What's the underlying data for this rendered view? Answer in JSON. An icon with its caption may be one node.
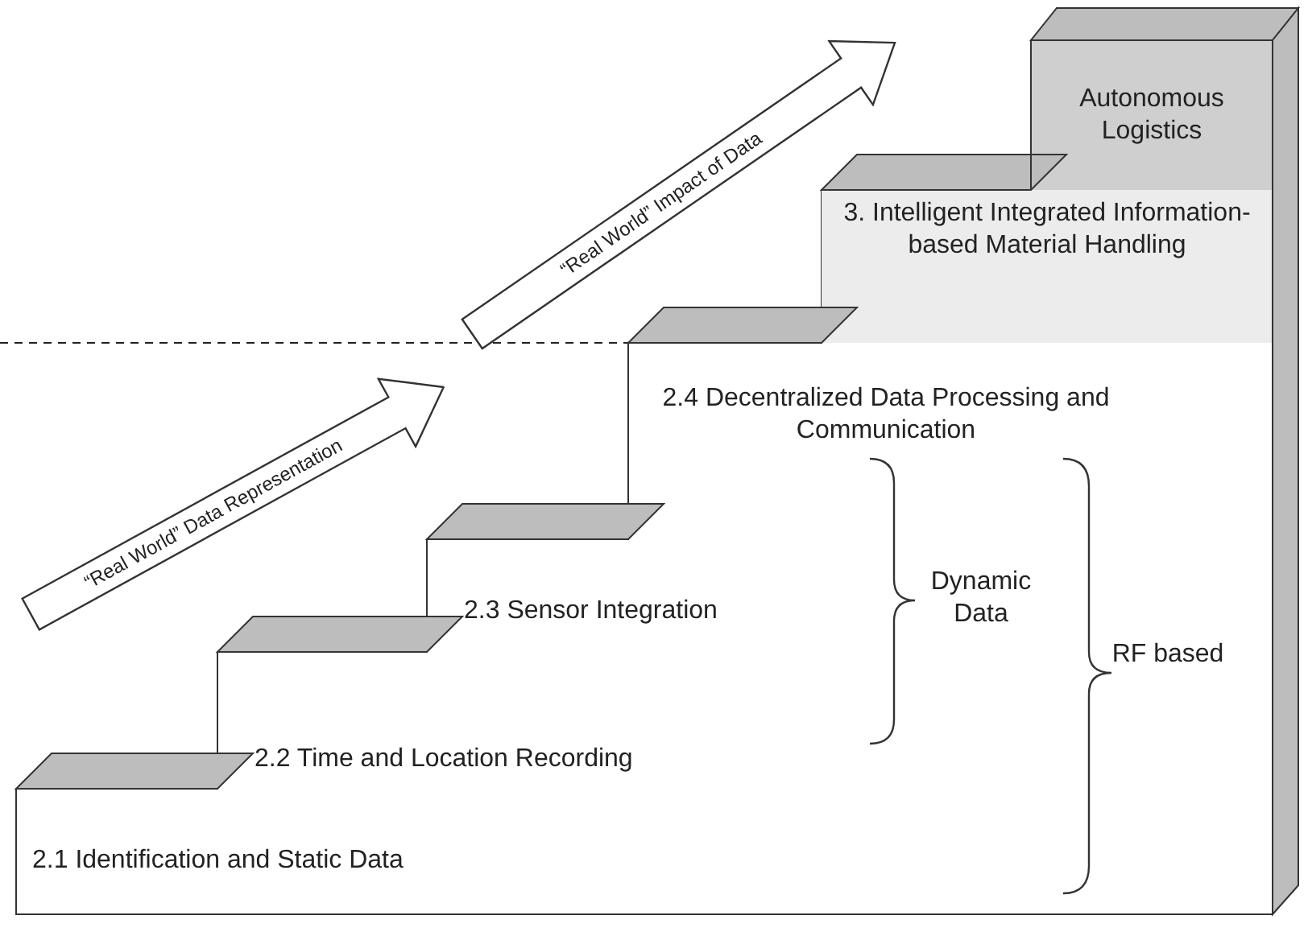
{
  "diagram": {
    "nodes": [
      {
        "text": [
          "2.1 Identification and Static Data"
        ]
      },
      {
        "text": [
          "2.2 Time and Location Recording"
        ]
      },
      {
        "text": [
          "2.3 Sensor Integration"
        ]
      },
      {
        "text": [
          "2.4 Decentralized Data Processing and Communication"
        ]
      },
      {
        "text": [
          "3. Intelligent Integrated Information-based Material Handling"
        ]
      },
      {
        "text": [
          "Autonomous Logistics"
        ]
      }
    ],
    "labels": [
      "“Real World” Data Representation",
      "“Real World” Impact of Data",
      "Dynamic Data",
      "RF based"
    ]
  }
}
